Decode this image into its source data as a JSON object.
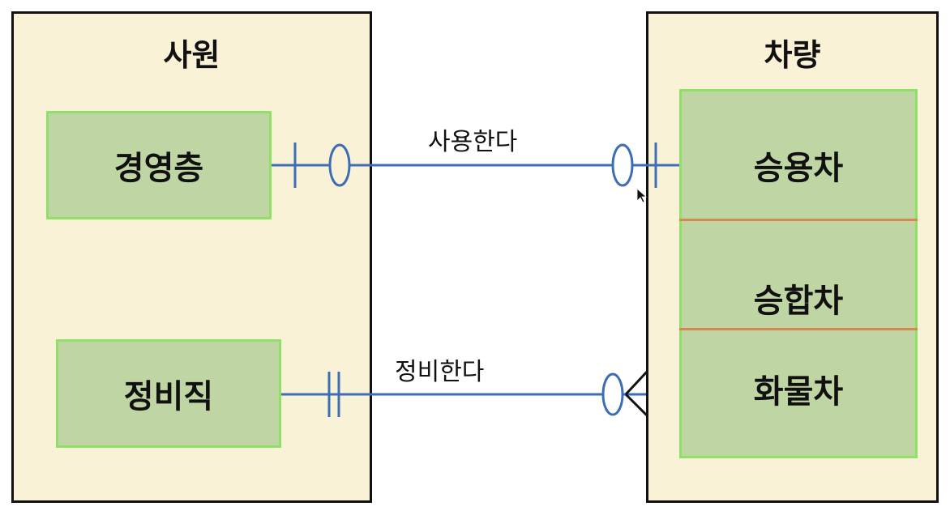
{
  "entities": {
    "employee": {
      "title": "사원",
      "subtypes": [
        "경영층",
        "정비직"
      ]
    },
    "vehicle": {
      "title": "차량",
      "subtypes": [
        "승용차",
        "승합차",
        "화물차"
      ]
    }
  },
  "relationships": [
    {
      "label": "사용한다",
      "from": "경영층",
      "to": "승용차",
      "from_notation": "one-optional",
      "to_notation": "one-optional"
    },
    {
      "label": "정비한다",
      "from": "정비직",
      "to": "차량",
      "from_notation": "one-mandatory",
      "to_notation": "many-optional"
    }
  ],
  "colors": {
    "entity_fill": "#faf2d6",
    "subtype_fill": "#bfd5a3",
    "subtype_border": "#8ee066",
    "line": "#3d6db5",
    "divider": "#d48a4e"
  }
}
